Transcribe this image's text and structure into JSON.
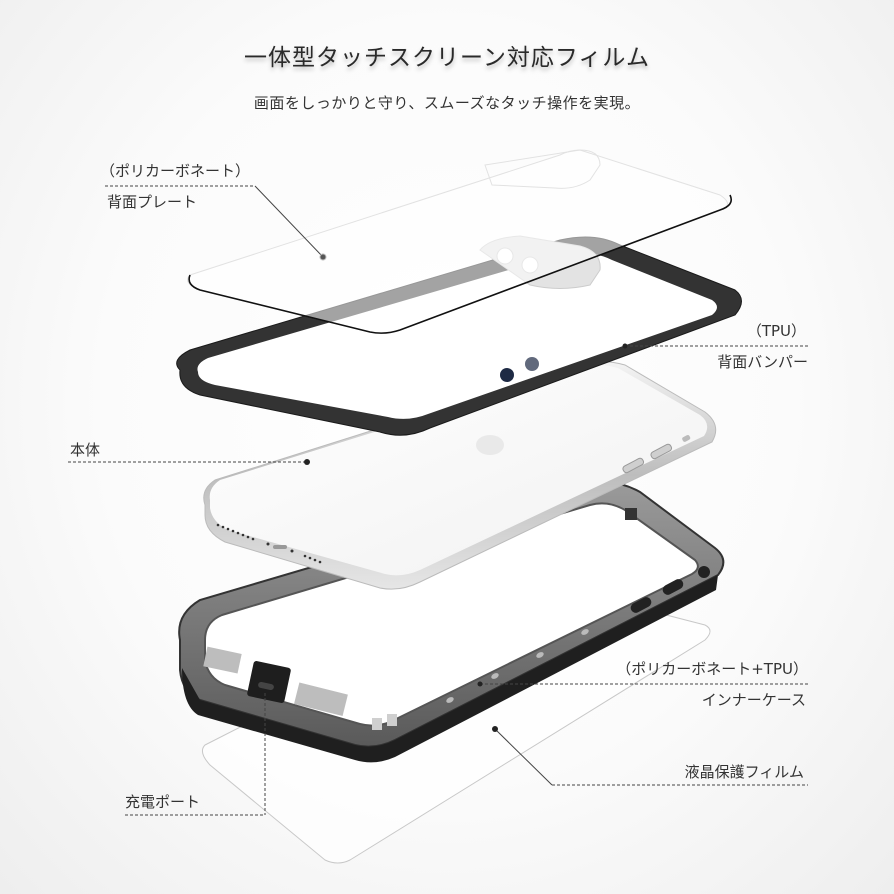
{
  "header": {
    "title": "一体型タッチスクリーン対応フィルム",
    "subtitle": "画面をしっかりと守り、スムーズなタッチ操作を実現。"
  },
  "callouts": [
    {
      "id": "back-plate",
      "material": "（ポリカーボネート）",
      "name": "背面プレート"
    },
    {
      "id": "back-bumper",
      "material": "（TPU）",
      "name": "背面バンパー"
    },
    {
      "id": "body",
      "name": "本体"
    },
    {
      "id": "inner-case",
      "material": "（ポリカーボネート+TPU）",
      "name": "インナーケース"
    },
    {
      "id": "screen-film",
      "name": "液晶保護フィルム"
    },
    {
      "id": "charging-port",
      "name": "充電ポート"
    }
  ],
  "colors": {
    "text": "#333333",
    "bumper": "#2e2e2e",
    "phone_frame": "#d8d8d8",
    "inner_case": "#6b6b6b",
    "leader_line": "#444444"
  }
}
